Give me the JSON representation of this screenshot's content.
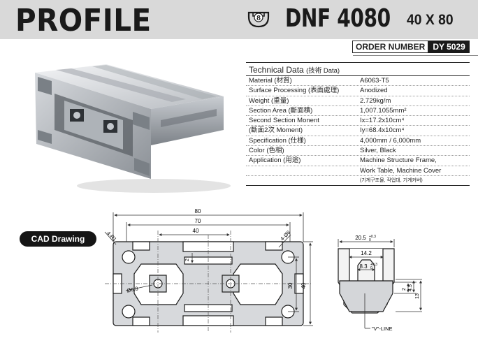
{
  "header": {
    "title": "PROFILE",
    "slot_icon": "slot-8-icon",
    "slot_number": "8",
    "model": "DNF 4080",
    "dimensions": "40 X 80"
  },
  "order": {
    "label": "ORDER NUMBER",
    "code": "DY 5029"
  },
  "tech": {
    "title": "Technical Data",
    "title_sub": "(技術 Data)",
    "rows": [
      {
        "k": "Material (材質)",
        "v": "A6063-T5"
      },
      {
        "k": "Surface Processing (表面處理)",
        "v": "Anodized"
      },
      {
        "k": "Weight (重量)",
        "v": "2.729kg/m"
      },
      {
        "k": "Section Area (斷面積)",
        "v": "1,007.1055mm²"
      },
      {
        "k": "Second Section Monent",
        "v": "Ix=17.2x10cm⁴"
      },
      {
        "k": "(斷面2次 Moment)",
        "v": "Iy=68.4x10cm⁴"
      },
      {
        "k": "Specification (仕様)",
        "v": "4,000mm / 6,000mm"
      },
      {
        "k": "Color (色相)",
        "v": "Silver, Black"
      },
      {
        "k": "Application (用途)",
        "v": "Machine Structure Frame,"
      },
      {
        "k": "",
        "v": "Work Table, Machine Cover"
      },
      {
        "k": "",
        "v": "(기계구조물, 작업대, 기계커버)"
      }
    ]
  },
  "cad": {
    "badge": "CAD Drawing",
    "dim_80": "80",
    "dim_70": "70",
    "dim_40_top": "40",
    "dim_40_side": "40",
    "dim_30": "30",
    "dim_2": "2",
    "radius": "4-R1",
    "hole_d": "4-Ø6",
    "center_d": "Ø6.8",
    "slot_top": "20.5",
    "slot_top_tol": "+0.3",
    "slot_top_tol2": "0",
    "slot_mid": "14.2",
    "slot_in": "8.3",
    "slot_in_tol": "+0.3",
    "slot_in_tol2": "0",
    "slot_d2": "2",
    "slot_d45": "4.5",
    "slot_d13": "13",
    "vline": "\"V\"-LINE"
  }
}
